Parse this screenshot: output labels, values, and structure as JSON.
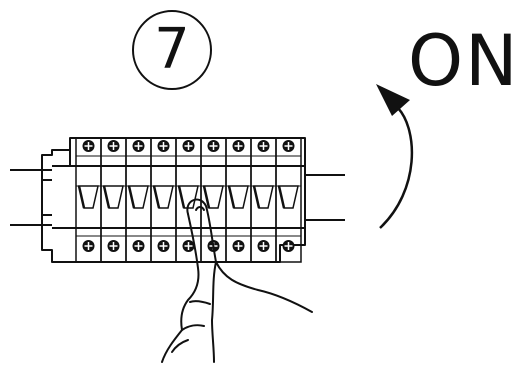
{
  "step": {
    "number": "7"
  },
  "instruction": {
    "label": "ON"
  },
  "breaker_panel": {
    "breaker_count": 9,
    "handle_position": "on"
  },
  "colors": {
    "line": "#111111",
    "background": "#ffffff"
  }
}
